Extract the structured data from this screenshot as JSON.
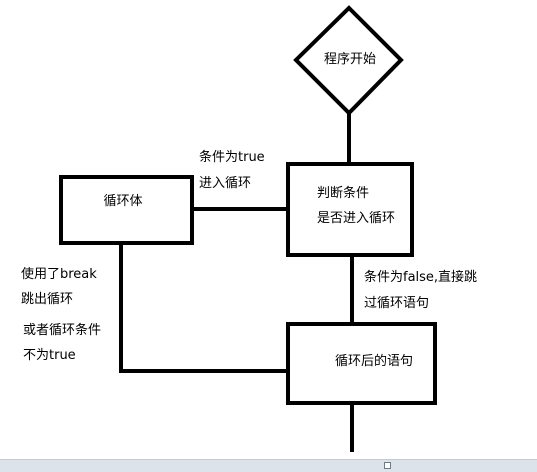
{
  "nodes": {
    "start": "程序开始",
    "condition_line1": "判断条件",
    "condition_line2": "是否进入循环",
    "loop_body": "循环体",
    "after_loop": "循环后的语句"
  },
  "labels": {
    "true_line1": "条件为true",
    "true_line2": "进入循环",
    "false_line1": "条件为false,直接跳",
    "false_line2": "过循环语句",
    "break_line1": "使用了break",
    "break_line2": "跳出循环",
    "or_line1": "或者循环条件",
    "or_line2": "不为true"
  },
  "colors": {
    "stroke": "#000000",
    "statusbar": "#dde3ea"
  }
}
